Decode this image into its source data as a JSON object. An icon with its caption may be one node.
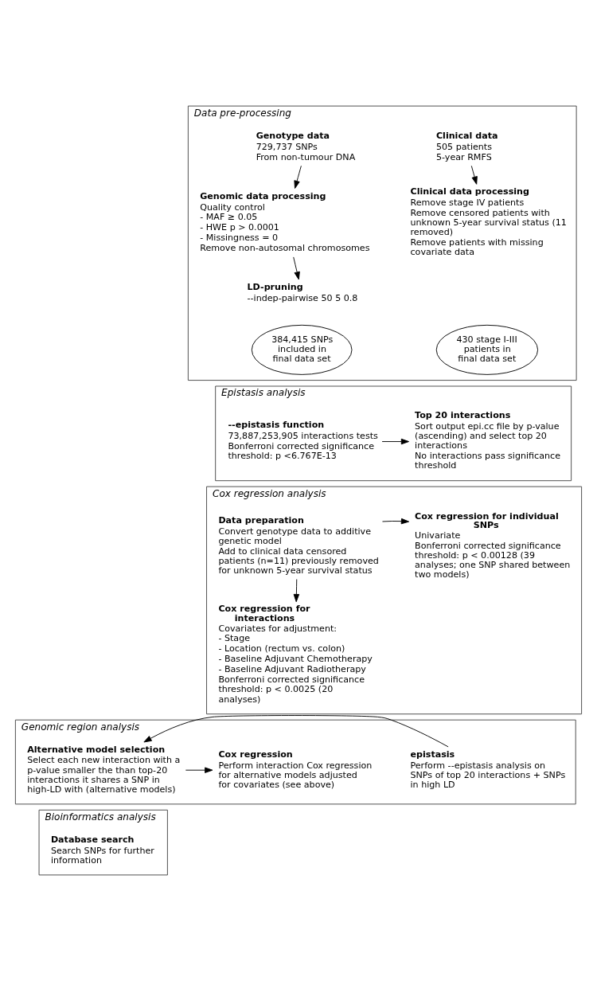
{
  "diagram": {
    "nodes": [
      {
        "text": [
          "Data pre-processing"
        ]
      },
      {
        "text": [
          "Genotype data",
          "729,737 SNPs",
          "From non-tumour DNA"
        ],
        "in": 0
      },
      {
        "text": [
          "Clinical data",
          "505 patients",
          "5-year RMFS"
        ],
        "in": 0
      },
      {
        "text": [
          "Genomic data processing",
          "Quality control",
          "- MAF ≥ 0.05",
          "- HWE p > 0.0001",
          "- Missingness = 0",
          "Remove non-autosomal chromosomes"
        ],
        "in": 0
      },
      {
        "text": [
          "Clinical data processing",
          "Remove stage IV patients",
          "Remove censored patients with unknown 5-year survival status (11 removed)",
          "Remove patients with missing covariate data"
        ],
        "in": 0
      },
      {
        "text": [
          "LD-pruning",
          "--indep-pairwise 50 5 0.8"
        ],
        "in": 0
      },
      {
        "text": [
          "384,415 SNPs included in final data set"
        ],
        "in": 0
      },
      {
        "text": [
          "430 stage I-III patients in final data set"
        ],
        "in": 0
      },
      {
        "text": [
          "Epistasis analysis"
        ]
      },
      {
        "text": [
          "--epistasis function",
          "73,887,253,905 interactions tests",
          "Bonferroni corrected significance threshold: p <6.767E-13"
        ],
        "in": 8
      },
      {
        "text": [
          "Top 20 interactions",
          "Sort output epi.cc file by p-value (ascending) and select top 20 interactions",
          "No interactions pass significance threshold"
        ],
        "in": 8
      },
      {
        "text": [
          "Cox regression analysis"
        ]
      },
      {
        "text": [
          "Data preparation",
          "Convert genotype data to additive genetic model",
          "Add to clinical data censored patients (n=11) previously removed for unknown 5-year survival status"
        ],
        "in": 11
      },
      {
        "text": [
          "Cox regression for individual SNPs",
          "Univariate",
          "Bonferroni corrected significance threshold: p < 0.00128 (39 analyses; one SNP shared between two models)"
        ],
        "in": 11
      },
      {
        "text": [
          "Cox regression for interactions",
          "Covariates for adjustment:",
          "- Stage",
          "- Location (rectum vs. colon)",
          "- Baseline Adjuvant Chemotherapy",
          "- Baseline Adjuvant Radiotherapy",
          "Bonferroni corrected significance threshold: p < 0.0025 (20 analyses)"
        ],
        "in": 11
      },
      {
        "text": [
          "Genomic region analysis"
        ]
      },
      {
        "text": [
          "epistasis",
          "Perform --epistasis analysis on SNPs of top 20 interactions + SNPs in high LD"
        ],
        "in": 15
      },
      {
        "text": [
          "Alternative model selection",
          "Select each new interaction with a p-value smaller the than top-20 interactions it shares a SNP in high-LD with (alternative models)"
        ],
        "in": 15
      },
      {
        "text": [
          "Cox regression",
          "Perform interaction Cox regression for alternative models adjusted for covariates (see above)"
        ],
        "in": 15
      },
      {
        "text": [
          "Bioinformatics analysis"
        ]
      },
      {
        "text": [
          "Database search",
          "Search SNPs for further information"
        ],
        "in": 19
      }
    ],
    "edges": [
      {
        "from": 1,
        "to": 3,
        "arrow": "to"
      },
      {
        "from": 3,
        "to": 5,
        "arrow": "to"
      },
      {
        "from": 2,
        "to": 4,
        "arrow": "to"
      },
      {
        "from": 9,
        "to": 10,
        "arrow": "to"
      },
      {
        "from": 12,
        "to": 13,
        "arrow": "to"
      },
      {
        "from": 12,
        "to": 14,
        "arrow": "to"
      },
      {
        "from": 16,
        "to": 17,
        "arrow": "to"
      },
      {
        "from": 17,
        "to": 18,
        "arrow": "to"
      }
    ]
  }
}
